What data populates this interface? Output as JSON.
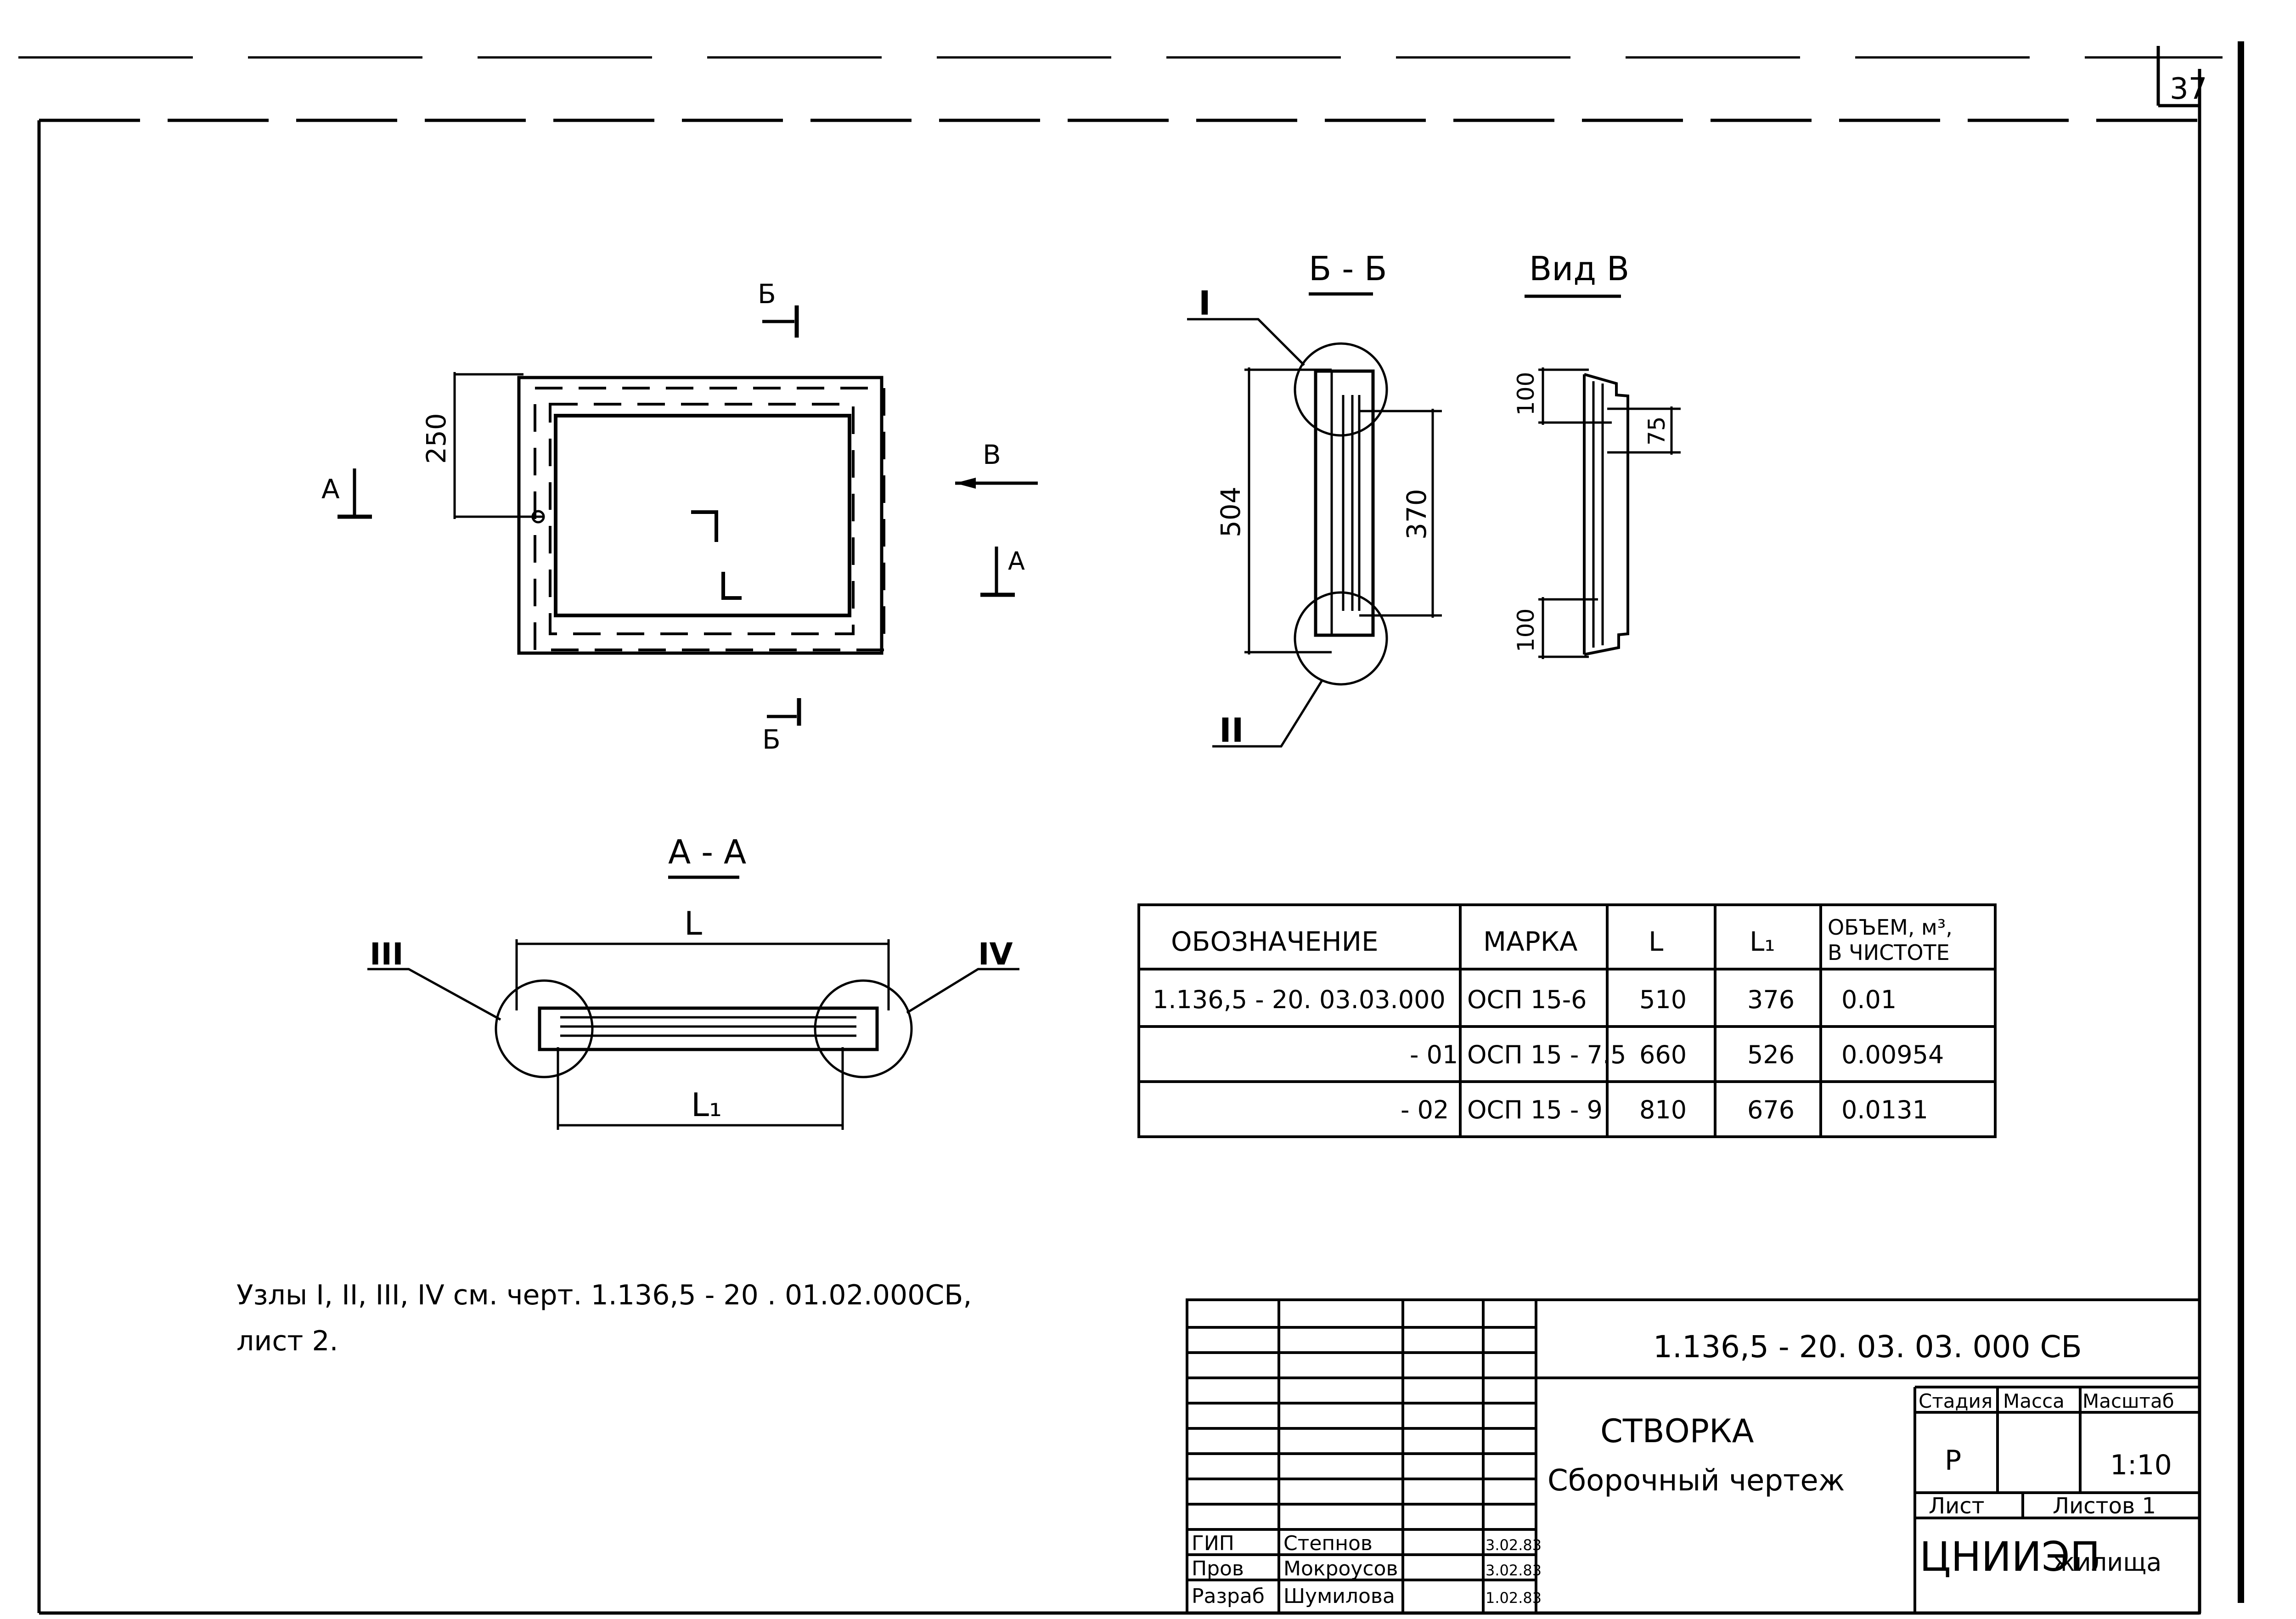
{
  "sheet_number": "37",
  "views": {
    "section_bb": "Б - Б",
    "view_v": "Вид В",
    "section_aa": "А - А"
  },
  "cut_markers": {
    "b_top": "Б",
    "b_bottom": "Б",
    "a_left": "А",
    "a_right": "А",
    "v_arrow": "В"
  },
  "dimensions": {
    "plan_250": "250",
    "bb_504": "504",
    "bb_370": "370",
    "vv_100_top": "100",
    "vv_75": "75",
    "vv_100_bottom": "100",
    "aa_L": "L",
    "aa_L1": "L₁"
  },
  "node_labels": {
    "n1": "I",
    "n2": "II",
    "n3": "III",
    "n4": "IV"
  },
  "spec_table": {
    "headers": [
      "ОБОЗНАЧЕНИЕ",
      "МАРКА",
      "L",
      "L₁",
      "ОБЪЕМ, м³,",
      "В ЧИСТОТЕ"
    ],
    "rows": [
      [
        "1.136,5 - 20. 03.03.000",
        "ОСП 15-6",
        "510",
        "376",
        "0.01"
      ],
      [
        "- 01",
        "ОСП 15 - 7.5",
        "660",
        "526",
        "0.00954"
      ],
      [
        "- 02",
        "ОСП 15 - 9",
        "810",
        "676",
        "0.0131"
      ]
    ]
  },
  "note": {
    "line1": "Узлы I, II, III, IV см. черт. 1.136,5 - 20 . 01.02.000СБ,",
    "line2": "лист 2."
  },
  "title_block": {
    "code": "1.136,5 - 20. 03. 03. 000 СБ",
    "name": "СТВОРКА",
    "subtitle": "Сборочный чертеж",
    "stage_label": "Стадия",
    "mass_label": "Масса",
    "scale_label": "Масштаб",
    "stage": "Р",
    "mass": "",
    "scale": "1:10",
    "sheet_label": "Лист",
    "sheets_label": "Листов 1",
    "organization": "ЦНИИЭП",
    "organization_suffix": "жилища",
    "signatures": [
      {
        "role": "ГИП",
        "name": "Степнов",
        "date": "3.02.83"
      },
      {
        "role": "Пров",
        "name": "Мокроусов",
        "date": "3.02.83"
      },
      {
        "role": "Разраб",
        "name": "Шумилова",
        "date": "1.02.83"
      }
    ]
  }
}
